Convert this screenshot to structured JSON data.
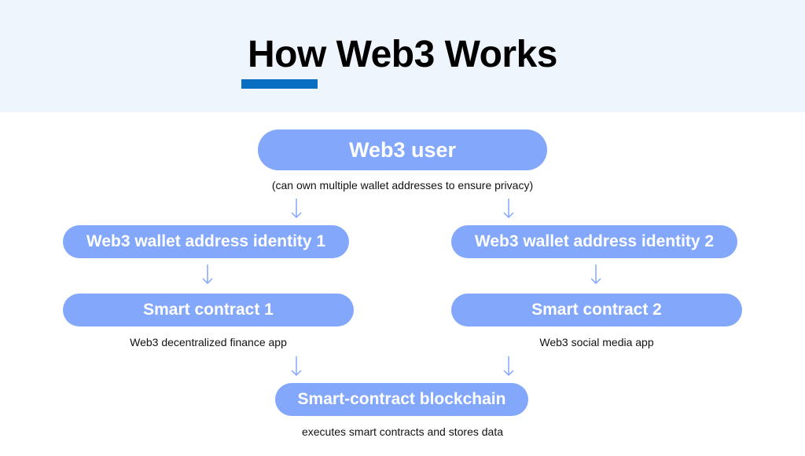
{
  "header": {
    "title": "How Web3 Works"
  },
  "colors": {
    "header_background": "#eff5fd",
    "accent_underline": "#0a6ec1",
    "node_fill": "#83a7fb",
    "node_text": "#ffffff",
    "arrow": "#83a7fb",
    "caption_text": "#111111"
  },
  "diagram": {
    "user": {
      "label": "Web3 user",
      "caption": "(can own multiple wallet addresses to ensure privacy)"
    },
    "wallet_1": {
      "label": "Web3 wallet address identity 1"
    },
    "wallet_2": {
      "label": "Web3 wallet address identity 2"
    },
    "contract_1": {
      "label": "Smart contract 1",
      "caption": "Web3 decentralized finance app"
    },
    "contract_2": {
      "label": "Smart contract 2",
      "caption": "Web3 social media app"
    },
    "blockchain": {
      "label": "Smart-contract blockchain",
      "caption": "executes smart contracts and stores data"
    }
  }
}
